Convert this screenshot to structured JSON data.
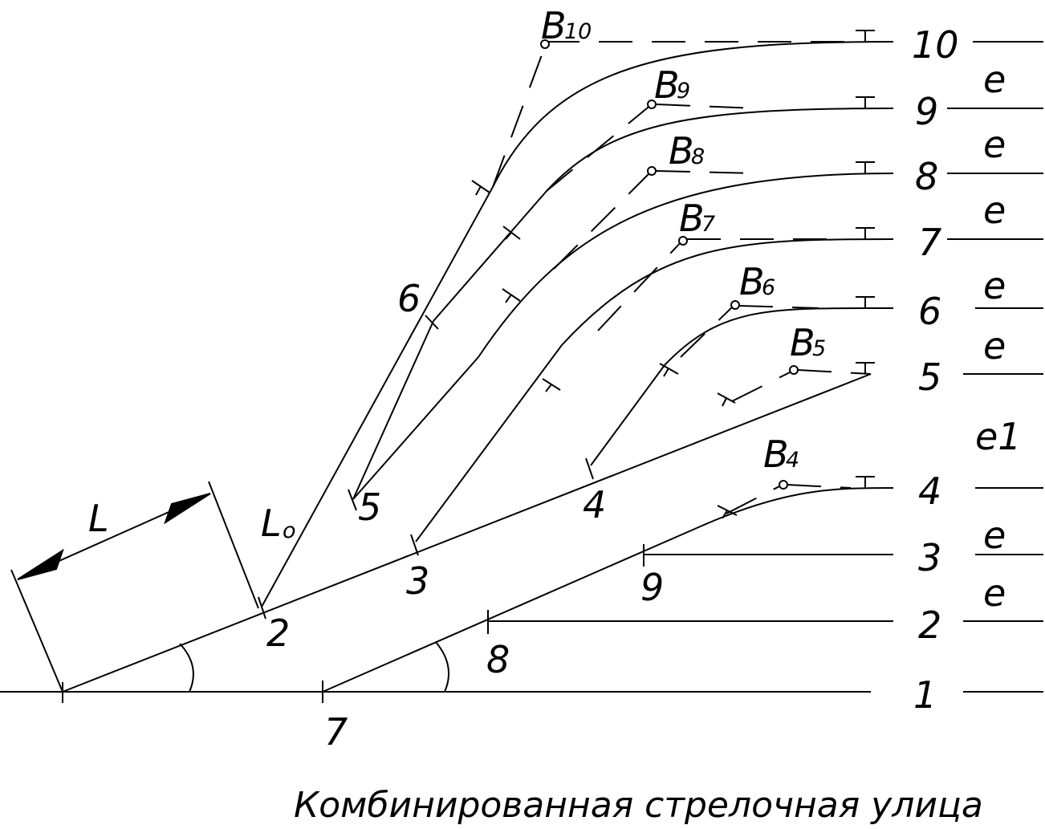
{
  "title": "Комбинированная стрелочная улица",
  "dimensions": {
    "L": "L",
    "Lo_letter": "L",
    "Lo_sub": "o"
  },
  "switch_labels": {
    "s2": "2",
    "s3": "3",
    "s4": "4",
    "s5": "5",
    "s6": "6",
    "s7": "7",
    "s8": "8",
    "s9": "9"
  },
  "track_labels": {
    "t1": "1",
    "t2": "2",
    "t3": "3",
    "t4": "4",
    "t5": "5",
    "t6": "6",
    "t7": "7",
    "t8": "8",
    "t9": "9",
    "t10": "10"
  },
  "vertex": {
    "letter": "B",
    "v4": "4",
    "v5": "5",
    "v6": "6",
    "v7": "7",
    "v8": "8",
    "v9": "9",
    "v10": "10"
  },
  "spacing": {
    "e_2_3": "e",
    "e_3_4": "e",
    "e1_4_5": "e1",
    "e_5_6": "e",
    "e_6_7": "e",
    "e_7_8": "e",
    "e_8_9": "e",
    "e_9_10": "e"
  }
}
